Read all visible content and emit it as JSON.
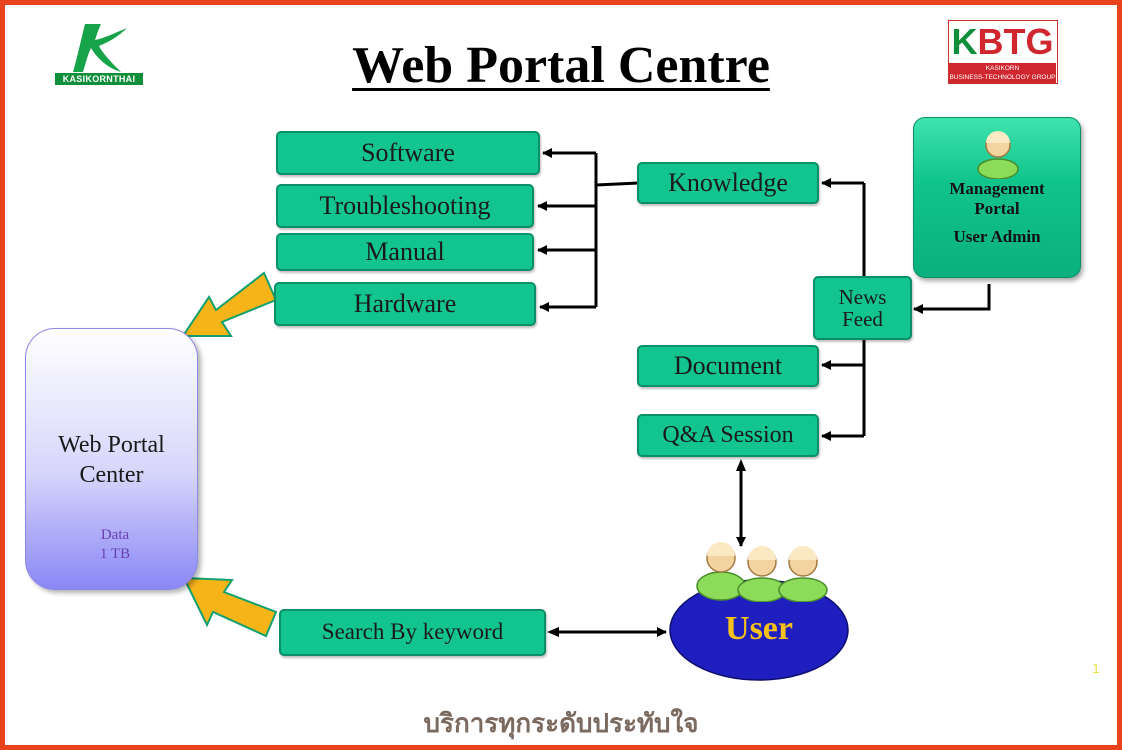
{
  "title": "Web Portal Centre",
  "logo_left": {
    "brand": "KASIKORNTHAI"
  },
  "logo_right": {
    "mark_a": "K",
    "mark_b": "BTG",
    "line1": "KASIKORN",
    "line2": "BUSINESS-TECHNOLOGY GROUP"
  },
  "knowledge_items": [
    "Software",
    "Troubleshooting",
    "Manual",
    "Hardware"
  ],
  "knowledge": "Knowledge",
  "news_feed": {
    "line1": "News",
    "line2": "Feed"
  },
  "document": "Document",
  "qa": "Q&A Session",
  "management": {
    "line1": "Management",
    "line2": "Portal",
    "line3": "User Admin"
  },
  "web_portal_center": {
    "line1": "Web Portal",
    "line2": "Center"
  },
  "database": {
    "line1": "Data",
    "line2": "1 TB"
  },
  "search": "Search By keyword",
  "user": "User",
  "footer": "บริการทุกระดับประทับใจ",
  "slide_number": "1",
  "colors": {
    "box": "#12c48e",
    "border": "#e8431c",
    "arrow_fill": "#f7b418",
    "user_ellipse": "#1f1fbf",
    "user_text": "#f6c21a"
  }
}
